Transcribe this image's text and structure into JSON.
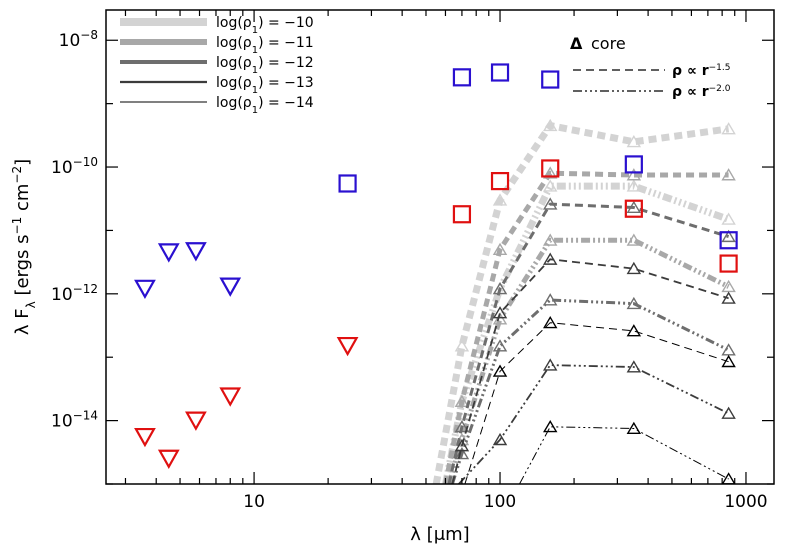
{
  "chart_data": {
    "type": "scatter",
    "title": "",
    "xlabel": "λ [μm]",
    "ylabel": "λ F_λ [ergs s^-1 cm^-2]",
    "xscale": "log",
    "yscale": "log",
    "xlim": [
      2.5,
      1300
    ],
    "ylim": [
      1e-15,
      3e-08
    ],
    "x_ticks": [
      {
        "value": 10,
        "label": "10"
      },
      {
        "value": 100,
        "label": "100"
      },
      {
        "value": 1000,
        "label": "1000"
      }
    ],
    "y_ticks": [
      {
        "value": 1e-14,
        "base": "10",
        "exp": "−14"
      },
      {
        "value": 1e-12,
        "base": "10",
        "exp": "−12"
      },
      {
        "value": 1e-10,
        "base": "10",
        "exp": "−10"
      },
      {
        "value": 1e-08,
        "base": "10",
        "exp": "−8"
      }
    ],
    "grid": false,
    "legend_left": {
      "placement": "top-left",
      "entries": [
        {
          "prefix": "log(ρ",
          "sub": "1",
          "suffix": ") = −10",
          "color": "#d3d3d3",
          "width": 8
        },
        {
          "prefix": "log(ρ",
          "sub": "1",
          "suffix": ") = −11",
          "color": "#a8a8a8",
          "width": 6
        },
        {
          "prefix": "log(ρ",
          "sub": "1",
          "suffix": ") = −12",
          "color": "#6e6e6e",
          "width": 4
        },
        {
          "prefix": "log(ρ",
          "sub": "1",
          "suffix": ") = −13",
          "color": "#3c3c3c",
          "width": 2.2
        },
        {
          "prefix": "log(ρ",
          "sub": "1",
          "suffix": ") = −14",
          "color": "#000000",
          "width": 1
        }
      ]
    },
    "legend_right": {
      "placement": "top-right",
      "core": {
        "symbol": "Δ",
        "label": "core"
      },
      "profiles": [
        {
          "lhs": "ρ ∝ r",
          "exp": "−1.5",
          "dash": "8,5"
        },
        {
          "lhs": "ρ ∝ r",
          "exp": "−2.0",
          "dash": "9,3,2,3,2,3,2,3"
        }
      ]
    },
    "observations": [
      {
        "name": "blue squares",
        "marker": "square",
        "color": "#2a10d0",
        "points": [
          [
            24,
            5.5e-11
          ],
          [
            70,
            2.6e-09
          ],
          [
            100,
            3.1e-09
          ],
          [
            160,
            2.4e-09
          ],
          [
            350,
            1.1e-10
          ],
          [
            850,
            7e-12
          ]
        ]
      },
      {
        "name": "red squares",
        "marker": "square",
        "color": "#e01010",
        "points": [
          [
            70,
            1.8e-11
          ],
          [
            100,
            6e-11
          ],
          [
            160,
            9.5e-11
          ],
          [
            350,
            2.2e-11
          ],
          [
            850,
            3e-12
          ]
        ]
      },
      {
        "name": "blue triangles",
        "marker": "triangle-down",
        "color": "#2a10d0",
        "points": [
          [
            3.6,
            1.2e-12
          ],
          [
            4.5,
            4.5e-12
          ],
          [
            5.8,
            4.7e-12
          ],
          [
            8,
            1.3e-12
          ]
        ]
      },
      {
        "name": "red triangles",
        "marker": "triangle-down",
        "color": "#e01010",
        "points": [
          [
            3.6,
            5.5e-15
          ],
          [
            4.5,
            2.5e-15
          ],
          [
            5.8,
            1e-14
          ],
          [
            8,
            2.4e-14
          ],
          [
            24,
            1.5e-13
          ]
        ]
      }
    ],
    "models": [
      {
        "level": "-10",
        "profile": "r^-1.5",
        "color": "#d3d3d3",
        "width": 7,
        "dash": "8,5",
        "points": [
          [
            55,
            1e-15
          ],
          [
            70,
            1.5e-13
          ],
          [
            100,
            3e-11
          ],
          [
            160,
            4.5e-10
          ],
          [
            350,
            2.5e-10
          ],
          [
            850,
            4e-10
          ]
        ]
      },
      {
        "level": "-10",
        "profile": "r^-2.0",
        "color": "#d3d3d3",
        "width": 7,
        "dash": "9,3,2,3,2,3,2,3",
        "points": [
          [
            60,
            1e-15
          ],
          [
            70,
            2e-14
          ],
          [
            100,
            1.2e-12
          ],
          [
            160,
            5e-11
          ],
          [
            350,
            5e-11
          ],
          [
            850,
            1.5e-11
          ]
        ]
      },
      {
        "level": "-11",
        "profile": "r^-1.5",
        "color": "#a8a8a8",
        "width": 5,
        "dash": "8,5",
        "points": [
          [
            60,
            1e-15
          ],
          [
            70,
            2e-14
          ],
          [
            100,
            5e-12
          ],
          [
            160,
            8e-11
          ],
          [
            350,
            7.5e-11
          ],
          [
            850,
            7.5e-11
          ]
        ]
      },
      {
        "level": "-11",
        "profile": "r^-2.0",
        "color": "#a8a8a8",
        "width": 5,
        "dash": "9,3,2,3,2,3,2,3",
        "points": [
          [
            62,
            1e-15
          ],
          [
            70,
            5e-15
          ],
          [
            100,
            4e-13
          ],
          [
            160,
            7e-12
          ],
          [
            350,
            7e-12
          ],
          [
            850,
            1.3e-12
          ]
        ]
      },
      {
        "level": "-12",
        "profile": "r^-1.5",
        "color": "#6e6e6e",
        "width": 3,
        "dash": "8,5",
        "points": [
          [
            62,
            1e-15
          ],
          [
            70,
            8e-15
          ],
          [
            100,
            1.2e-12
          ],
          [
            160,
            2.6e-11
          ],
          [
            350,
            2.3e-11
          ],
          [
            850,
            8e-12
          ]
        ]
      },
      {
        "level": "-12",
        "profile": "r^-2.0",
        "color": "#6e6e6e",
        "width": 3,
        "dash": "9,3,2,3,2,3,2,3",
        "points": [
          [
            64,
            1e-15
          ],
          [
            70,
            3e-15
          ],
          [
            100,
            1.5e-13
          ],
          [
            160,
            8e-13
          ],
          [
            350,
            7e-13
          ],
          [
            850,
            1.3e-13
          ]
        ]
      },
      {
        "level": "-13",
        "profile": "r^-1.5",
        "color": "#3c3c3c",
        "width": 1.8,
        "dash": "8,5",
        "points": [
          [
            64,
            1e-15
          ],
          [
            70,
            4e-15
          ],
          [
            100,
            5e-13
          ],
          [
            160,
            3.5e-12
          ],
          [
            350,
            2.5e-12
          ],
          [
            850,
            8.5e-13
          ]
        ]
      },
      {
        "level": "-13",
        "profile": "r^-2.0",
        "color": "#3c3c3c",
        "width": 1.8,
        "dash": "9,3,2,3,2,3,2,3",
        "points": [
          [
            68,
            1e-15
          ],
          [
            100,
            5e-15
          ],
          [
            160,
            7.5e-14
          ],
          [
            350,
            7e-14
          ],
          [
            850,
            1.3e-14
          ]
        ]
      },
      {
        "level": "-14",
        "profile": "r^-1.5",
        "color": "#000000",
        "width": 1,
        "dash": "8,5",
        "points": [
          [
            72,
            1e-15
          ],
          [
            100,
            6e-14
          ],
          [
            160,
            3.5e-13
          ],
          [
            350,
            2.6e-13
          ],
          [
            850,
            8.5e-14
          ]
        ]
      },
      {
        "level": "-14",
        "profile": "r^-2.0",
        "color": "#000000",
        "width": 1,
        "dash": "9,3,2,3,2,3,2,3",
        "points": [
          [
            120,
            1e-15
          ],
          [
            160,
            8e-15
          ],
          [
            350,
            7.5e-15
          ],
          [
            850,
            1.2e-15
          ]
        ]
      }
    ]
  }
}
